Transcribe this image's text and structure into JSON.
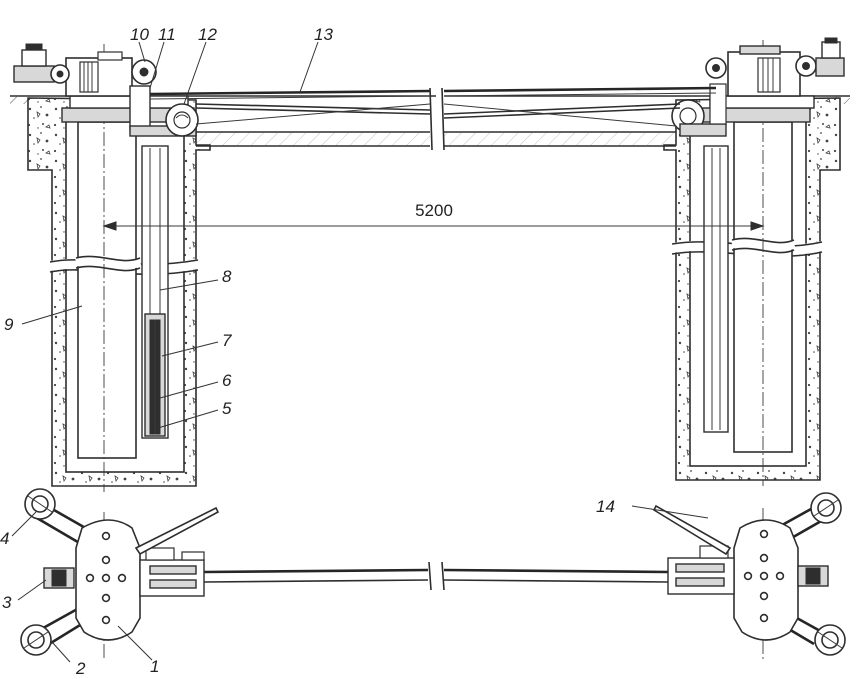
{
  "dimension": {
    "span": "5200"
  },
  "callouts": {
    "c1": "1",
    "c2": "2",
    "c3": "3",
    "c4": "4",
    "c5": "5",
    "c6": "6",
    "c7": "7",
    "c8": "8",
    "c9": "9",
    "c10": "10",
    "c11": "11",
    "c12": "12",
    "c13": "13",
    "c14": "14"
  },
  "colors": {
    "ink": "#2e2e2e",
    "concrete": "#ffffff",
    "paper": "#ffffff"
  }
}
